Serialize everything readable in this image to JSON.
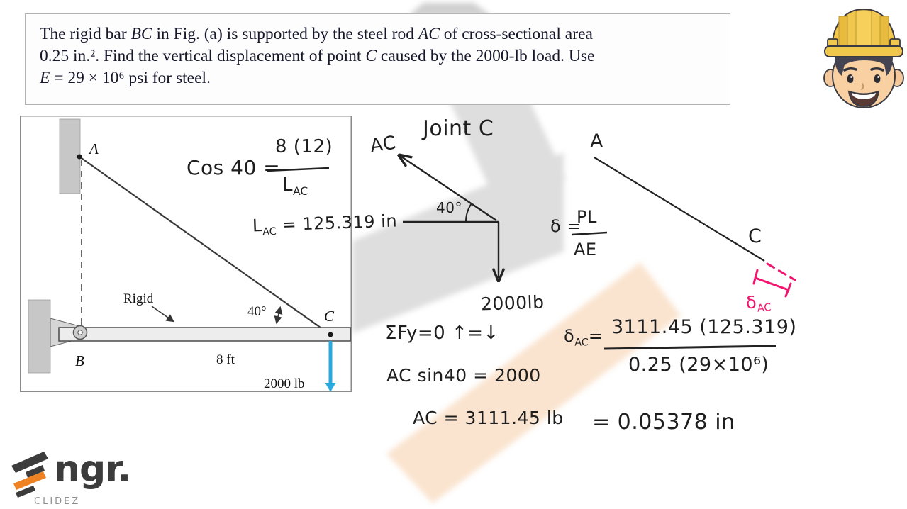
{
  "problem": {
    "lines": [
      [
        {
          "t": "The rigid bar "
        },
        {
          "t": "BC",
          "i": true
        },
        {
          "t": " in Fig. (a) is supported by the steel rod "
        },
        {
          "t": "AC",
          "i": true
        },
        {
          "t": " of cross-sectional area"
        }
      ],
      [
        {
          "t": "0.25 in.². Find the vertical displacement of point "
        },
        {
          "t": "C",
          "i": true
        },
        {
          "t": " caused by the 2000-lb load.  Use"
        }
      ],
      [
        {
          "t": "E",
          "i": true
        },
        {
          "t": " = 29 × 10⁶ psi for steel."
        }
      ]
    ]
  },
  "figure": {
    "label_a": "A",
    "label_b": "B",
    "label_c": "C",
    "label_rigid": "Rigid",
    "label_angle": "40°",
    "label_length": "8 ft",
    "label_load": "2000 lb"
  },
  "work": {
    "cos_lhs": "Cos 40 =",
    "cos_num": "8 (12)",
    "l_main": "L",
    "sub_ac": "AC",
    "lac_rest": " = 125.319 in",
    "joint_title": "Joint C",
    "member_label": "AC",
    "angle_label": "40°",
    "load_label": "2000lb",
    "eq_sum": "ΣFy=0    ↑=↓",
    "eq_sin": "AC sin40 = 2000",
    "eq_ac": "AC = 3111.45 lb",
    "delta_lhs": "δ =",
    "delta_num": "PL",
    "delta_den": "AE",
    "point_a": "A",
    "point_c": "C",
    "delta_sym": "δ",
    "equals": "=",
    "big_num": "3111.45 (125.319)",
    "big_den": "0.25 (29×10⁶)",
    "result": "= 0.05378 in"
  },
  "logo": {
    "text": "ngr.",
    "subtext": "CLIDEZ"
  },
  "colors": {
    "handwriting_pink": "#f2146e",
    "load_arrow_blue": "#2aa9e1",
    "logo_orange": "#ef8222",
    "band_gray": "#dedede",
    "band_gray_dark": "#cfcfcf",
    "band_peach": "#fae4cf"
  }
}
